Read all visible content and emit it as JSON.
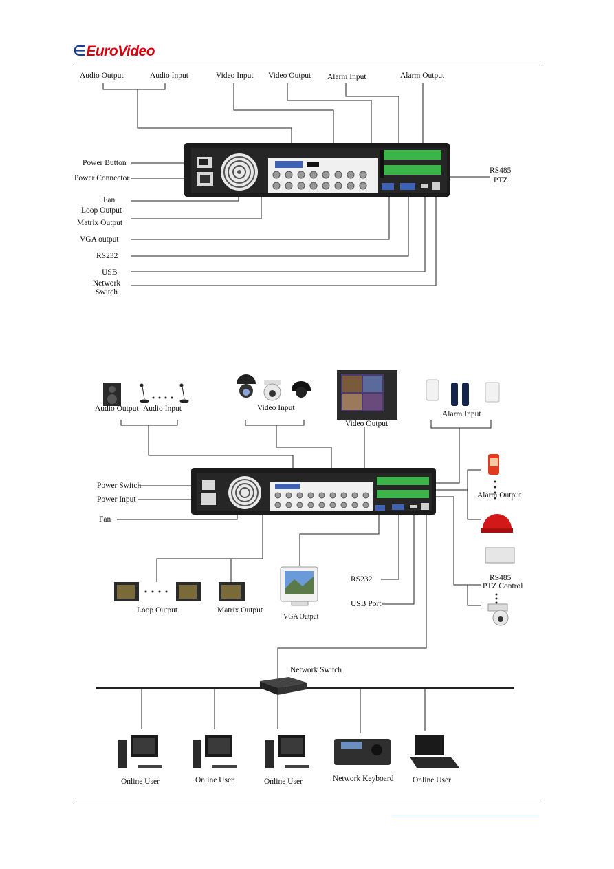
{
  "header": {
    "logo_text": "EuroVideo",
    "logo_mark": "e-swoosh-icon"
  },
  "diagram1": {
    "labels": {
      "audio_output": "Audio Output",
      "audio_input": "Audio Input",
      "video_input": "Video Input",
      "video_output": "Video Output",
      "alarm_input": "Alarm Input",
      "alarm_output": "Alarm Output",
      "power_button": "Power Button",
      "power_connector": "Power Connector",
      "fan": "Fan",
      "loop_output": "Loop Output",
      "matrix_output": "Matrix Output",
      "vga_output": "VGA output",
      "rs232": "RS232",
      "usb": "USB",
      "network_switch": "Network\nSwitch",
      "rs485": "RS485",
      "ptz": "PTZ"
    }
  },
  "diagram2": {
    "labels": {
      "audio_output": "Audio Output",
      "audio_input": "Audio Input",
      "video_input": "Video Input",
      "video_output": "Video Output",
      "alarm_input": "Alarm Input",
      "power_switch": "Power Switch",
      "power_input": "Power Input",
      "fan": "Fan",
      "alarm_output": "Alarm Output",
      "rs485": "RS485",
      "ptz_control": "PTZ Control",
      "loop_output": "Loop Output",
      "matrix_output": "Matrix Output",
      "vga_output": "VGA Output",
      "rs232": "RS232",
      "usb_port": "USB Port",
      "network_switch": "Network Switch",
      "online_user_1": "Online User",
      "online_user_2": "Online User",
      "online_user_3": "Online User",
      "network_keyboard": "Network Keyboard",
      "online_user_4": "Online User"
    }
  },
  "colors": {
    "logo_red": "#d7000f",
    "logo_blue": "#1c3f8f",
    "panel": "#1b1b1b",
    "terminal_green": "#3bb54a",
    "bnc": "#9a9a9a",
    "link": "#1a3ccc"
  }
}
